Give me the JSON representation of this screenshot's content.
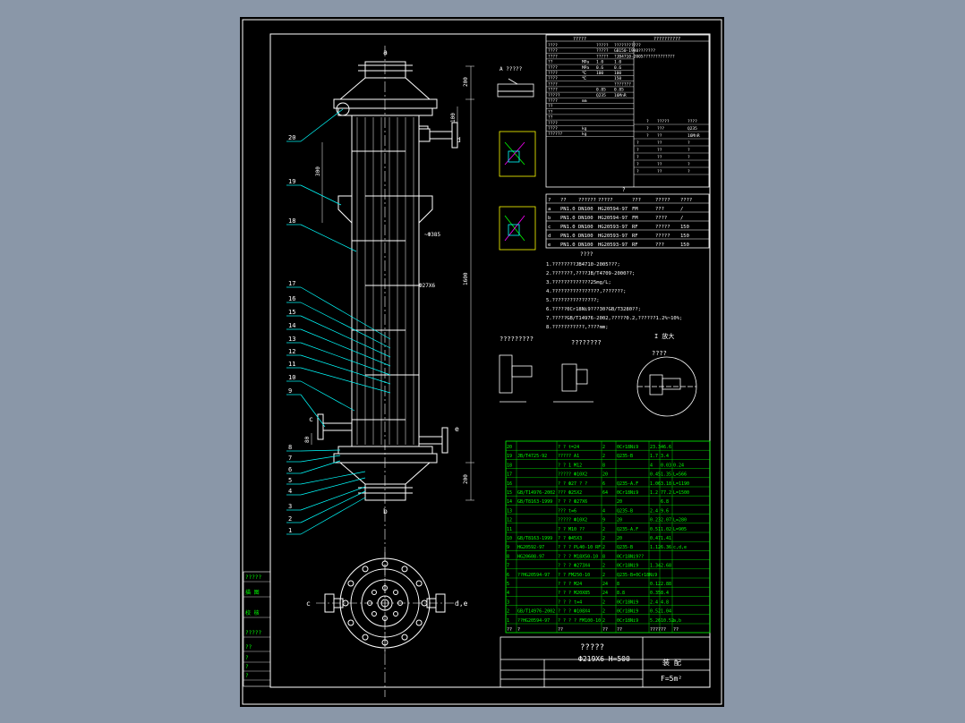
{
  "colors": {
    "background": "#8a97a8",
    "sheet": "#000000",
    "line": "#ffffff",
    "annotation": "#00ffff",
    "table": "#00ff00",
    "text": "#ffffff"
  },
  "drawing": {
    "part_numbers": [
      "20",
      "19",
      "18",
      "17",
      "16",
      "15",
      "14",
      "13",
      "12",
      "11",
      "10",
      "9",
      "8",
      "7",
      "6",
      "5",
      "4",
      "3",
      "2",
      "1"
    ],
    "nozzle_letters": {
      "top": "a",
      "side_upper": "d",
      "lower_left": "c",
      "lower_right": "e",
      "bottom": "b",
      "plan_left": "c",
      "plan_right": "d,e",
      "plan_bottom": "b"
    },
    "dims": {
      "d200_top": "200",
      "d100": "100",
      "d300": "300",
      "d1600": "1600",
      "d200_bottom": "200",
      "d80": "80",
      "d285": "~Ф385",
      "tube": "Ф27Х6"
    },
    "detail_a_title": "A  ?????",
    "weld_labels": [
      "??????",
      "?????"
    ]
  },
  "design_table": {
    "header": [
      "?????",
      "??????????"
    ],
    "rows": [
      [
        "????",
        "",
        "?????",
        "???????????"
      ],
      [
        "????",
        "",
        "?????",
        "GB150-1998???????"
      ],
      [
        "????",
        "",
        "?????",
        "?JB4710-2005?????????????"
      ],
      [
        "??",
        "MPa",
        "1.0",
        "1.0"
      ],
      [
        "????",
        "MPa",
        "0.6",
        "0.6"
      ],
      [
        "????",
        "℃",
        "100",
        "100"
      ],
      [
        "????",
        "℃",
        "",
        "150"
      ],
      [
        "????",
        "",
        "",
        "???????"
      ],
      [
        "????",
        "",
        "0.85",
        "0.85"
      ],
      [
        "?????",
        "",
        "Q235",
        "16MnR"
      ],
      [
        "????",
        "mm",
        "",
        ""
      ],
      [
        "??",
        "",
        "",
        ""
      ],
      [
        "??",
        "",
        "",
        ""
      ],
      [
        "??",
        "",
        "",
        ""
      ],
      [
        "????",
        "",
        "",
        ""
      ],
      [
        "????",
        "kg",
        "",
        ""
      ],
      [
        "??????",
        "kg",
        "",
        ""
      ]
    ],
    "right_rows": [
      [
        "",
        "?",
        "?????",
        "????"
      ],
      [
        "",
        "?",
        "???",
        "Q235"
      ],
      [
        "",
        "?",
        "??",
        "16MnR"
      ],
      [
        "?",
        "",
        "??",
        "?"
      ],
      [
        "?",
        "",
        "??",
        "?"
      ],
      [
        "?",
        "",
        "??",
        "?"
      ],
      [
        "?",
        "",
        "??",
        "?"
      ],
      [
        "?",
        "",
        "??",
        "?"
      ]
    ]
  },
  "nozzle_table": {
    "title": "?",
    "headers": [
      "?",
      "??",
      "??????",
      "?????",
      "???",
      "?????",
      "????"
    ],
    "rows": [
      [
        "a",
        "PN1.0",
        "DN100",
        "HG20594-97",
        "FM",
        "???",
        "/"
      ],
      [
        "b",
        "PN1.0",
        "DN100",
        "HG20594-97",
        "FM",
        "????",
        "/"
      ],
      [
        "c",
        "PN1.0",
        "DN100",
        "HG20593-97",
        "RF",
        "?????",
        "150"
      ],
      [
        "d",
        "PN1.0",
        "DN100",
        "HG20593-97",
        "RF",
        "?????",
        "150"
      ],
      [
        "e",
        "PN1.0",
        "DN100",
        "HG20593-97",
        "RF",
        "???",
        "150"
      ]
    ]
  },
  "notes": {
    "title": "????",
    "lines": [
      "1.????????JB4710-2005???;",
      "2.???????,????JB/T4709-2000??;",
      "3.?????????????25mg/L;",
      "4.????????????????,???????;",
      "5.???????????????;",
      "6.?????0Cr18Ni9???30?GB/T3280??;",
      "7.?????GB/T14976-2002,?????0.2,??????1.2%~10%;",
      "8.???????????,????mm;"
    ]
  },
  "details": {
    "left_title": "?????????",
    "mid_title": "????????",
    "right_title": "I 放大",
    "right_sub": "????"
  },
  "parts_list": {
    "rows": [
      [
        "20",
        "",
        "? ? t=24",
        "2",
        "0Cr18Ni9",
        "23.3",
        "46.6",
        ""
      ],
      [
        "19",
        "JB/T4725-92",
        "????? A1",
        "2",
        "Q235-B",
        "1.7",
        "3.4",
        ""
      ],
      [
        "18",
        "",
        "? ? 1 M12",
        "8",
        "",
        "4",
        "0.03",
        "0.24"
      ],
      [
        "17",
        "",
        "????? Ф10X2",
        "20",
        "",
        "0.45",
        "1.35",
        "L=566"
      ],
      [
        "16",
        "",
        "? ? Ф27 ? ?",
        "6",
        "Q235-A.F",
        "1.06",
        "3.18",
        "L=1190"
      ],
      [
        "15",
        "GB/T14976-2002",
        "??? Ф25X2",
        "64",
        "0Cr18Ni9",
        "1.2",
        "77.2",
        "L=1500"
      ],
      [
        "14",
        "GB/T8163-1999",
        "? ? ? Ф27X6",
        "",
        "20",
        "",
        "6.8",
        ""
      ],
      [
        "13",
        "",
        "??? t=6",
        "4",
        "Q235-B",
        "2.4",
        "9.6",
        ""
      ],
      [
        "12",
        "",
        "????? Ф10X2",
        "9",
        "20",
        "0.23",
        "2.07",
        "L=280"
      ],
      [
        "11",
        "",
        "? ? M10 ??",
        "2",
        "Q235-A.F",
        "0.51",
        "1.02",
        "L=905"
      ],
      [
        "10",
        "GB/T8163-1999",
        "? ? Ф45X3",
        "2",
        "20",
        "0.47",
        "1.41",
        ""
      ],
      [
        "9",
        "HG20592-97",
        "? ? ? PL40-10 RF",
        "2",
        "Q235-B",
        "1.12",
        "6.36",
        "c,d,e"
      ],
      [
        "8",
        "HG20608-97",
        "? ? ? M18X50-10",
        "8",
        "0Cr18Ni9??",
        "",
        "",
        ""
      ],
      [
        "7",
        "",
        "? ? ? Ф273X4",
        "2",
        "0Cr18Ni9",
        "1.34",
        "2.68",
        ""
      ],
      [
        "6",
        "??HG20594-97",
        "? ? FM250-10",
        "2",
        "Q235-B+0Cr18Ni9",
        "",
        "",
        " "
      ],
      [
        "5",
        "",
        "? ? ? M24",
        "24",
        "8",
        "0.12",
        "2.88",
        ""
      ],
      [
        "4",
        "",
        "? ? ? M20X85",
        "24",
        "8.8",
        "0.35",
        "8.4",
        ""
      ],
      [
        "3",
        "",
        "? ? ? t=4",
        "2",
        "0Cr18Ni9",
        "2.4",
        "4.8",
        ""
      ],
      [
        "2",
        "GB/T14976-2002",
        "? ? ? Ф108X4",
        "2",
        "0Cr18Ni9",
        "0.52",
        "1.04",
        ""
      ],
      [
        "1",
        "??HG20594-97",
        "? ? ? ? FM100-10",
        "2",
        "0Cr18Ni9",
        "5.26",
        "10.52",
        "a,b"
      ]
    ],
    "footer": [
      "??",
      "?",
      "??",
      "??",
      "??",
      "????",
      "??",
      "??"
    ]
  },
  "title_block": {
    "name": "?????",
    "spec": "Ф219X6   H=500",
    "drawing_type": "装  配",
    "area": "F=5m²"
  },
  "left_strip": [
    "?????",
    "描 图",
    "校 核",
    "?????",
    "??",
    "?",
    "?",
    "?"
  ]
}
